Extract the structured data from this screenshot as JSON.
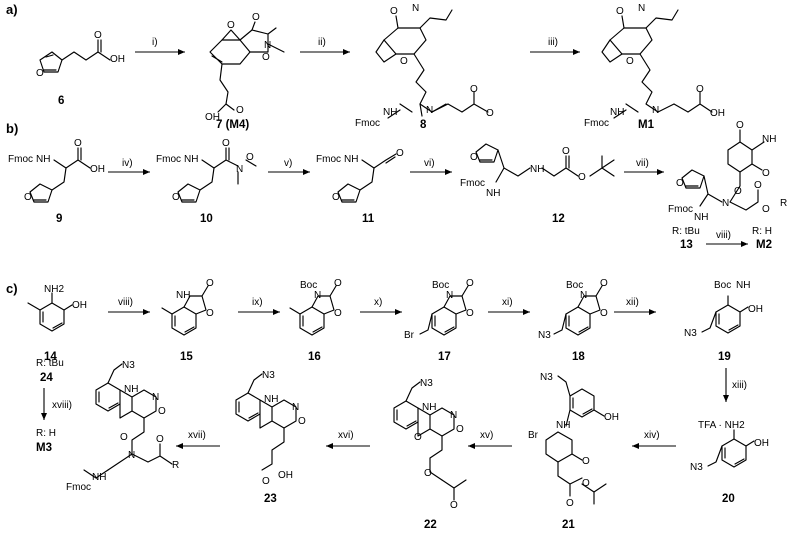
{
  "sections": [
    {
      "id": "a",
      "label": "a)"
    },
    {
      "id": "b",
      "label": "b)"
    },
    {
      "id": "c",
      "label": "c)"
    }
  ],
  "compounds": {
    "c6": "6",
    "c7": "7 (M4)",
    "c8": "8",
    "cM1": "M1",
    "c9": "9",
    "c10": "10",
    "c11": "11",
    "c12": "12",
    "c13": "13",
    "cM2": "M2",
    "c14": "14",
    "c15": "15",
    "c16": "16",
    "c17": "17",
    "c18": "18",
    "c19": "19",
    "c20": "20",
    "c21": "21",
    "c22": "22",
    "c23": "23",
    "c24": "24",
    "cM3": "M3"
  },
  "steps": {
    "s_a1": "i)",
    "s_a2": "ii)",
    "s_a3": "iii)",
    "s_b1": "iv)",
    "s_b2": "v)",
    "s_b3": "vi)",
    "s_b4": "vii)",
    "s_b5": "viii)",
    "s_c1": "viii)",
    "s_c2": "ix)",
    "s_c3": "x)",
    "s_c4": "xi)",
    "s_c5": "xii)",
    "s_c6": "xiii)",
    "s_c7": "xiv)",
    "s_c8": "xv)",
    "s_c9": "xvi)",
    "s_c10": "xvii)",
    "s_c11": "xviii)"
  },
  "r_groups": {
    "r13": "R: tBu",
    "rM2": "R: H",
    "r24": "R: tBu",
    "rM3": "R: H"
  },
  "atoms": {
    "o": "O",
    "oh": "OH",
    "n": "N",
    "nh": "NH",
    "h": "H",
    "nh2": "NH2",
    "r": "R",
    "br": "Br",
    "n3": "N3",
    "fmoc": "Fmoc",
    "boc": "Boc",
    "tfa_salt": "TFA · NH2"
  }
}
